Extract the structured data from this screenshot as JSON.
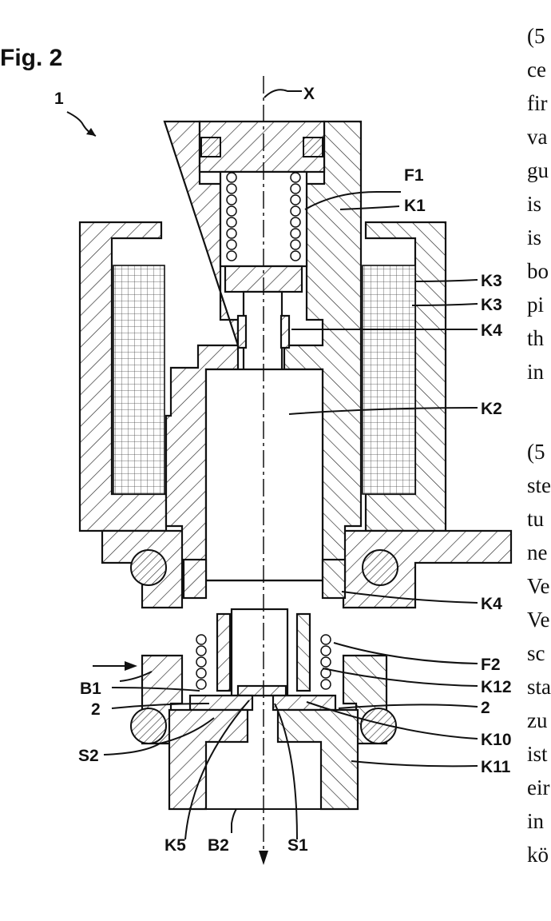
{
  "figure": {
    "title": "Fig. 2",
    "ref_main": "1",
    "axis_label": "X"
  },
  "labels": {
    "F1": "F1",
    "K1": "K1",
    "K3a": "K3",
    "K3b": "K3",
    "K4a": "K4",
    "K2": "K2",
    "K4b": "K4",
    "F2": "F2",
    "K12": "K12",
    "B1": "B1",
    "two_left": "2",
    "two_right": "2",
    "S2": "S2",
    "K10": "K10",
    "K11": "K11",
    "K5": "K5",
    "B2": "B2",
    "S1": "S1"
  },
  "side_text": {
    "block1": [
      "(5",
      "ce",
      "fir",
      "va",
      "gu",
      "is",
      "is",
      "bo",
      "pi",
      "th",
      "in"
    ],
    "block2": [
      "(5",
      "ste",
      "tu",
      "ne",
      "Ve",
      "Ve",
      "sc",
      "sta",
      "zu",
      "ist",
      "eir",
      "in",
      "kö"
    ]
  }
}
